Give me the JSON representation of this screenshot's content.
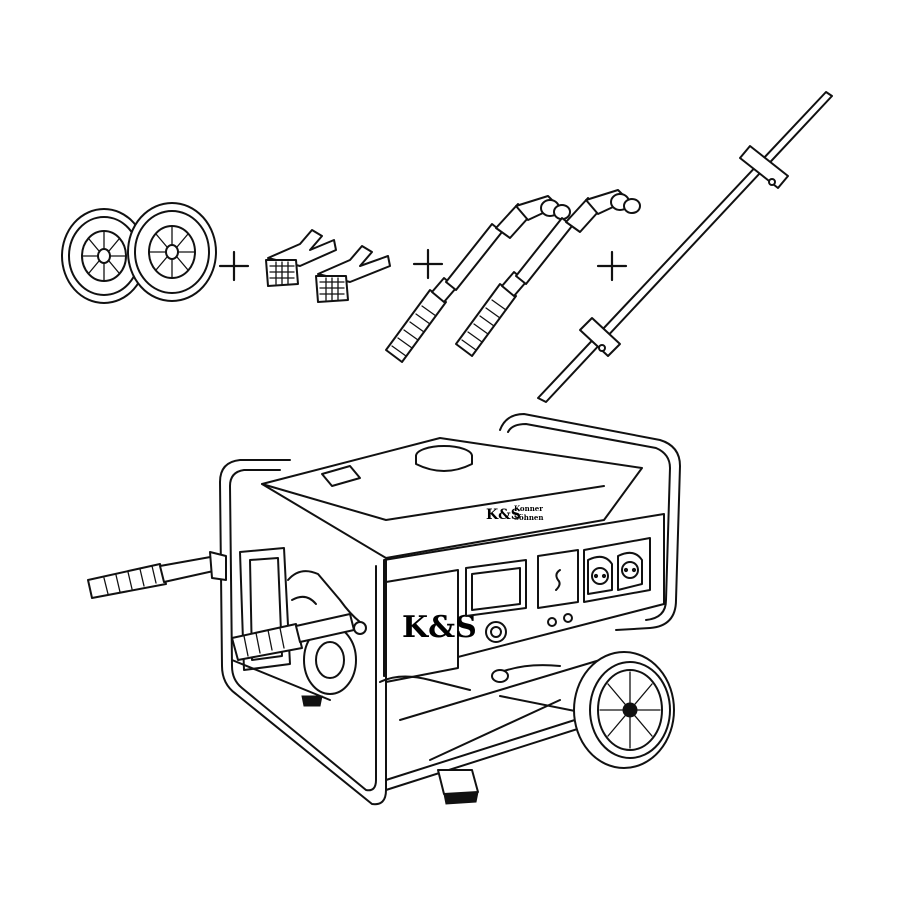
{
  "brand": {
    "badge_logo": "K&S",
    "badge_line1": "Konner",
    "badge_line2": "Söhnen",
    "panel_logo": "K&S"
  },
  "accessories": [
    {
      "icon": "transport-wheels",
      "count": 2
    },
    {
      "icon": "rubber-feet-brackets",
      "count": 2
    },
    {
      "icon": "carry-handles",
      "count": 2
    },
    {
      "icon": "wheel-axle",
      "count": 1
    }
  ],
  "separator_symbol": "+",
  "colors": {
    "line": "#111111",
    "background": "#ffffff"
  }
}
